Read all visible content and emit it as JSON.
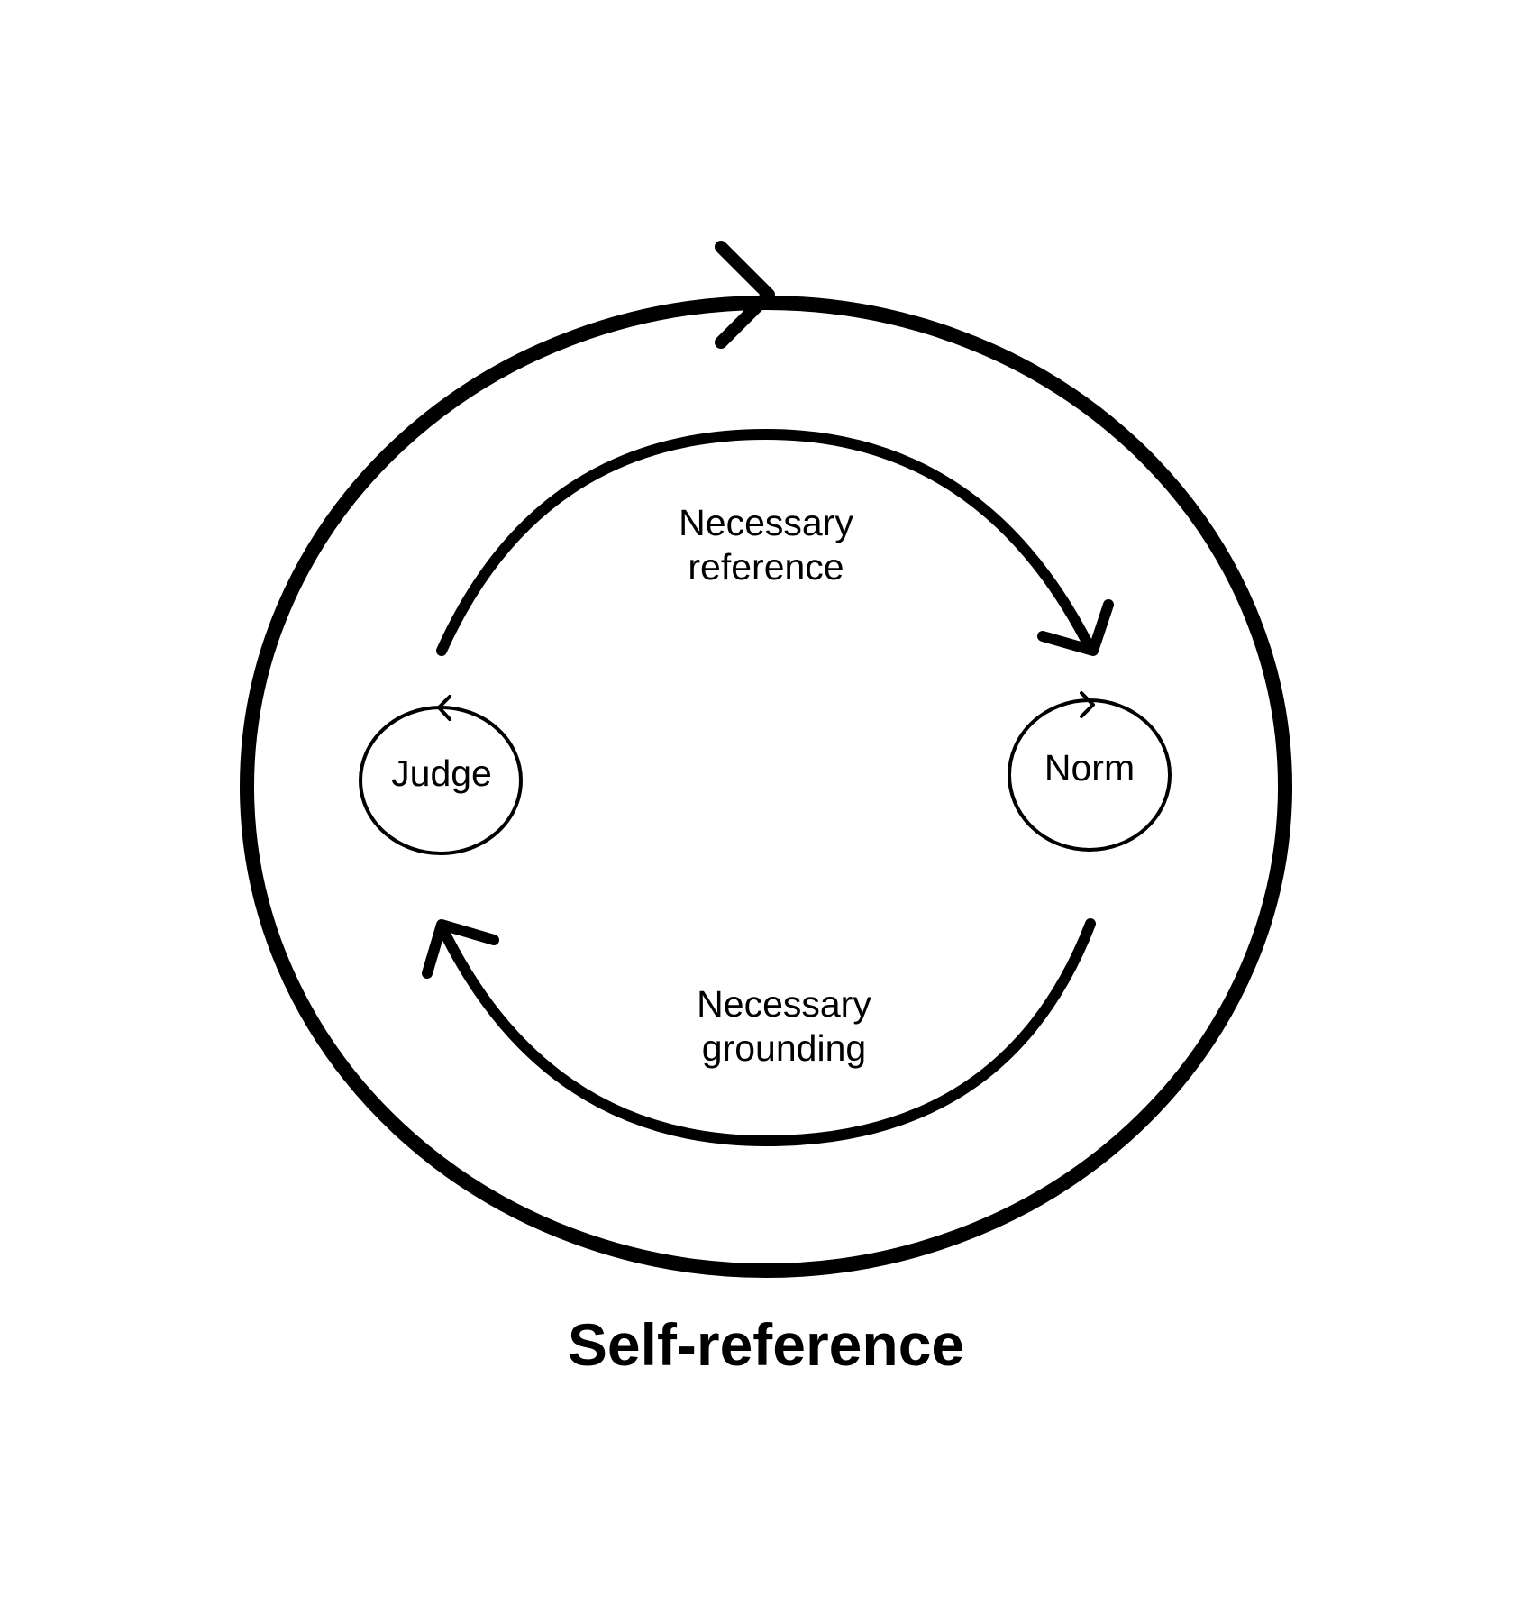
{
  "diagram": {
    "caption": "Self-reference",
    "nodes": {
      "judge": "Judge",
      "norm": "Norm"
    },
    "arrows": {
      "top": {
        "line1": "Necessary",
        "line2": "reference"
      },
      "bottom": {
        "line1": "Necessary",
        "line2": "grounding"
      }
    },
    "colors": {
      "stroke": "#000000",
      "background": "#ffffff"
    }
  }
}
